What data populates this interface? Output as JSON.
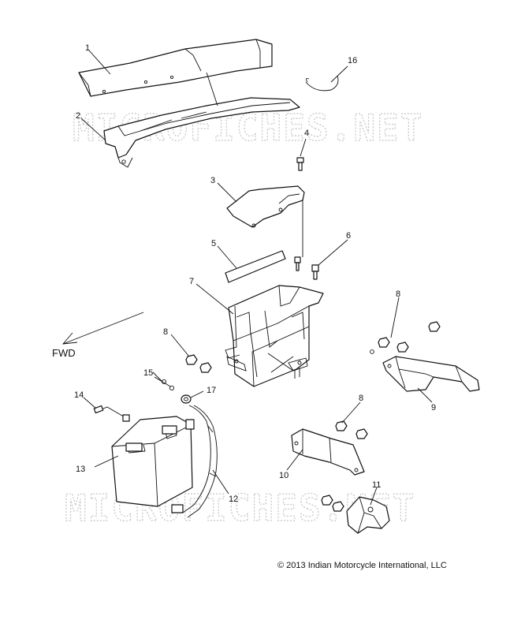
{
  "diagram": {
    "watermark": "MICROFICHES.NET",
    "direction_label": "FWD",
    "copyright": "© 2013 Indian Motorcycle International, LLC",
    "callouts": {
      "c1": "1",
      "c2": "2",
      "c3": "3",
      "c4": "4",
      "c5": "5",
      "c6": "6",
      "c7": "7",
      "c8a": "8",
      "c8b": "8",
      "c8c": "8",
      "c9": "9",
      "c10": "10",
      "c11": "11",
      "c12": "12",
      "c13": "13",
      "c14": "14",
      "c15": "15",
      "c16": "16",
      "c17": "17"
    }
  }
}
